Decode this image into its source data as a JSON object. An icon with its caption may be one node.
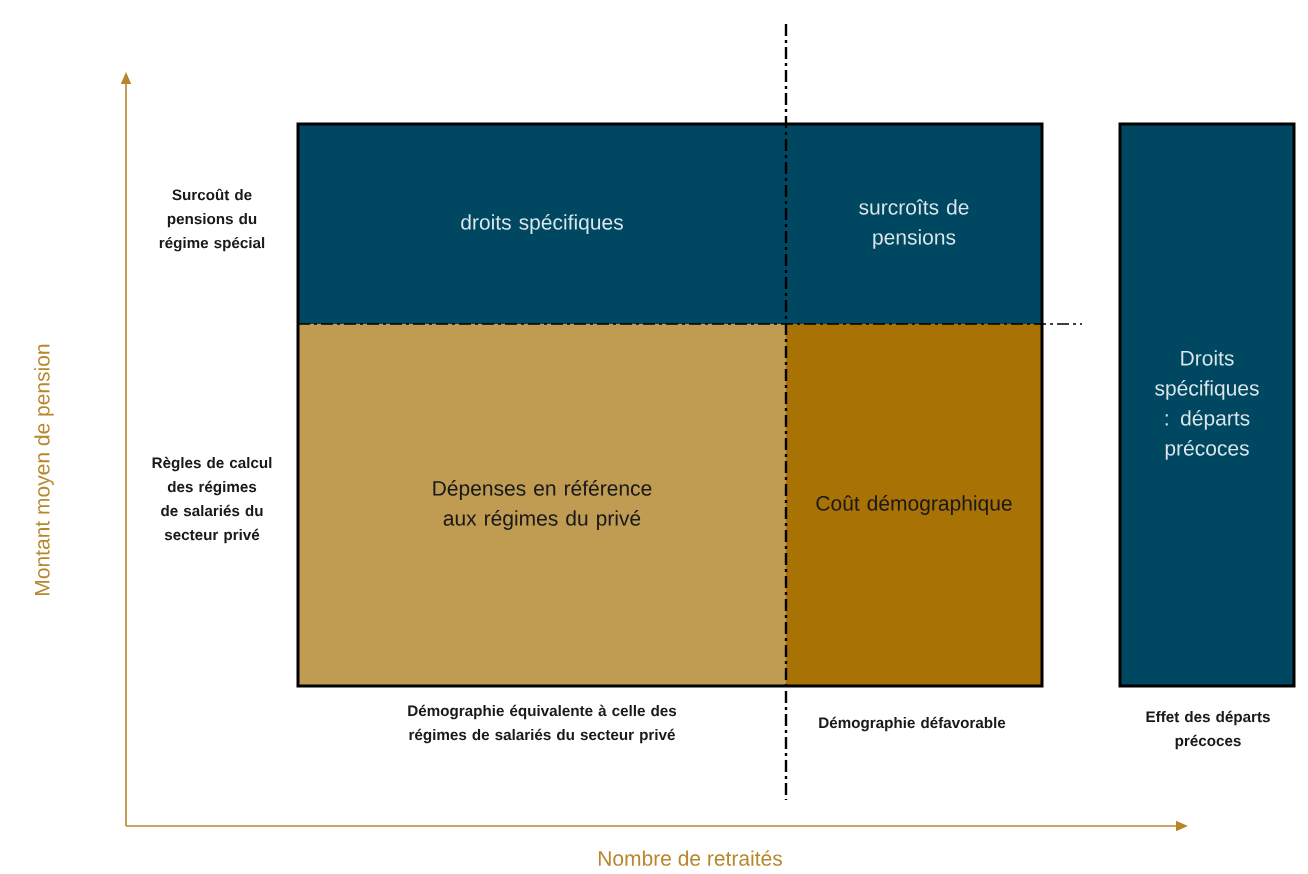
{
  "diagram": {
    "nodes": [
      {
        "text": [
          "droits spécifiques"
        ]
      },
      {
        "text": [
          "surcroîts de pensions"
        ]
      },
      {
        "text": [
          "Dépenses en référence aux régimes du privé"
        ]
      },
      {
        "text": [
          "Coût démographique"
        ]
      },
      {
        "text": [
          "Droits spécifiques : départs précoces"
        ]
      }
    ],
    "labels": [
      "Montant moyen de pension",
      "Surcoût de pensions du régime spécial",
      "Règles de calcul des régimes de salariés du secteur privé",
      "Démographie équivalente à celle des régimes de salariés du secteur privé",
      "Démographie défavorable",
      "Effet des départs précoces",
      "Nombre de retraités"
    ]
  }
}
